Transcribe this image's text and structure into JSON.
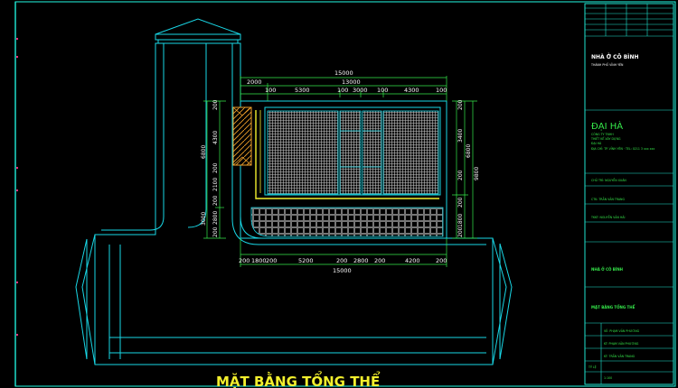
{
  "drawing": {
    "title": "MẶT BẰNG TỔNG THỂ",
    "colors": {
      "background": "#000000",
      "outline": "#19d7e6",
      "dimension": "#35e84a",
      "text": "#ffffff",
      "hatch": "#b8b8b8",
      "wood": "#f0a02a",
      "title": "#f2ef2d",
      "border": "#1fe3d0"
    },
    "dims_top": {
      "overall": "15000",
      "row2": [
        "2000",
        "13000"
      ],
      "row3": [
        "100",
        "5300",
        "100",
        "3000",
        "100",
        "4300",
        "100"
      ]
    },
    "dims_bottom": {
      "row1": [
        "200",
        "1800",
        "200",
        "5200",
        "200",
        "2800",
        "200",
        "4200",
        "200"
      ],
      "overall": "15000"
    },
    "dims_left": {
      "outer": [
        "6800",
        "3000"
      ],
      "inner": [
        "200",
        "4300",
        "200",
        "2100",
        "200",
        "2800",
        "200"
      ]
    },
    "dims_right": {
      "outer": [
        "9800"
      ],
      "middle": [
        "6800"
      ],
      "inner": [
        "200",
        "3400",
        "200",
        "200",
        "1800",
        "200"
      ]
    }
  },
  "title_block": {
    "project": "NHÀ Ở CÔ BÌNH",
    "project_sub": "THÀNH PHỐ VĨNH YÊN",
    "company": "ĐẠI HÀ",
    "company_lines": [
      "CÔNG TY TNHH",
      "THIẾT KẾ XÂY DỰNG",
      "ĐẠI HÀ"
    ],
    "company_detail": "ĐỊA CHỈ: TP. VĨNH YÊN · TEL: 0211 3 xxx xxx",
    "roles": [
      "CHỦ TRÌ: NGUYỄN XUÂN",
      "CTK: TRẦN VĂN TRANG",
      "TKKT: NGUYỄN VĂN HẢI"
    ],
    "sheet_project": "NHÀ Ở CÔ BÌNH",
    "sheet_name": "MẶT BẰNG TỔNG THỂ",
    "signers": [
      "VẼ: PHẠM VĂN PHƯƠNG",
      "KT: PHẠM VĂN PHƯƠNG",
      "KT: TRẦN VĂN TRANG"
    ],
    "footer": [
      "TỶ LỆ",
      "1:100"
    ]
  }
}
